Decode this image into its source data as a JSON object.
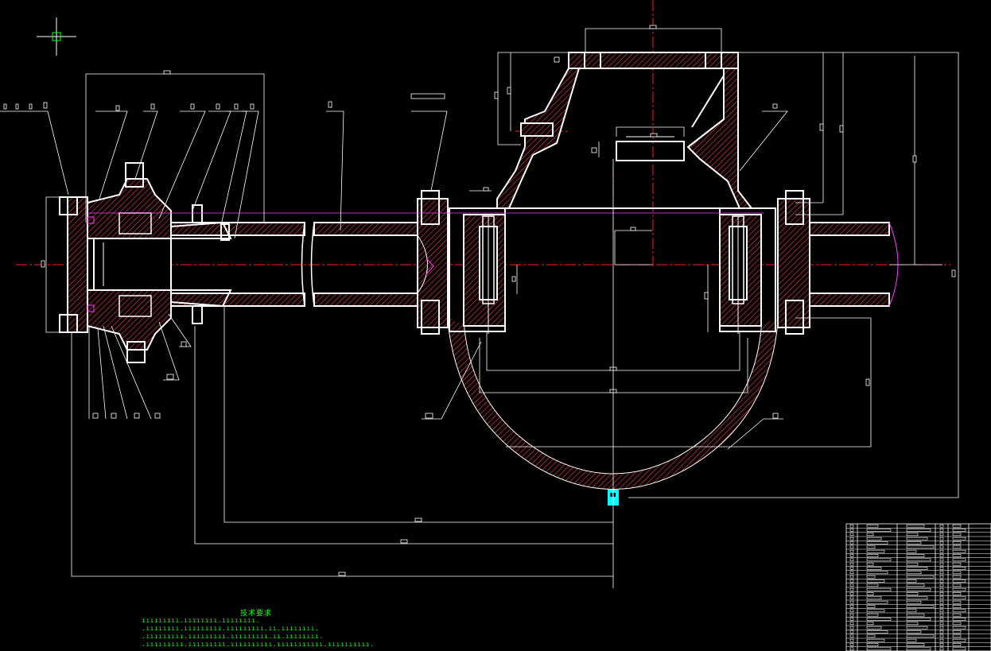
{
  "drawing": {
    "background": "#000000",
    "line_color": "#ffffff",
    "centerline_color": "#ff2020",
    "hatch_color": "#ff4040",
    "accent_color": "#ff40ff",
    "highlight_color": "#00ffff",
    "note_color": "#19ff19",
    "crosshair_icon": "cad-crosshair-icon"
  },
  "technical_requirements": {
    "title": "技术要求",
    "lines": [
      "ııııııııı.ıııııııı.ıııııııı.",
      ".ıııııııı.ııııııııı.ııııııııı.ıı.ıııııııı.",
      ".ııııııııı.ııııııııı.ııııııııı.ıı.ıııııııı.",
      ".ııııııııı.ııııııııı.ıııııııııı.ııııııııııı.ıııııııııı."
    ]
  },
  "title_block": {
    "rows": 30
  }
}
